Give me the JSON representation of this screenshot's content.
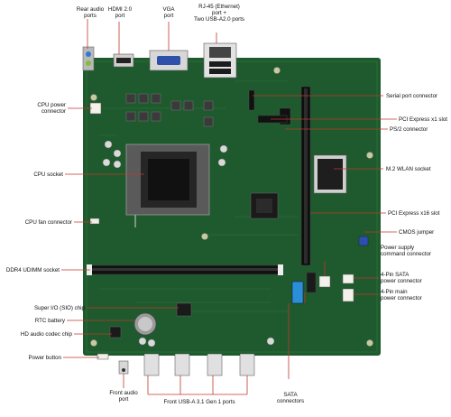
{
  "diagram": {
    "labels": {
      "rear_audio": "Rear audio\nports",
      "hdmi": "HDMI 2.0\nport",
      "vga": "VGA\nport",
      "rj45": "RJ-45 (Ethernet)\nport +\nTwo USB-A2.0 ports",
      "cpu_power": "CPU power\nconnector",
      "cpu_socket": "CPU socket",
      "cpu_fan": "CPU fan connector",
      "ddr4": "DDR4 UDIMM socket",
      "superio": "Super I/O (SIO) chip",
      "rtc": "RTC battery",
      "hd_audio": "HD audio codec chip",
      "power_button": "Power button",
      "front_audio": "Front audio\nport",
      "front_usb": "Front USB-A 3.1 Gen 1 ports",
      "sata": "SATA\nconnectors",
      "serial": "Serial port connector",
      "pcie_x1": "PCI Express x1 slot",
      "ps2": "PS/2 connector",
      "m2": "M.2 WLAN socket",
      "pcie_x16": "PCI Express x16 slot",
      "cmos": "CMOS jumper",
      "psu_cmd": "Power supply\ncommand connector",
      "sata_power": "4-Pin SATA\npower connector",
      "main_power": "4-Pin main\npower connector"
    },
    "colors": {
      "board": "#1f5a2e",
      "board_dark": "#123d1d",
      "dimm_slot": "#111111",
      "sata_blue": "#2a8fd6",
      "leader": "#c0392b",
      "heatsink": "#2b2b2b"
    }
  }
}
